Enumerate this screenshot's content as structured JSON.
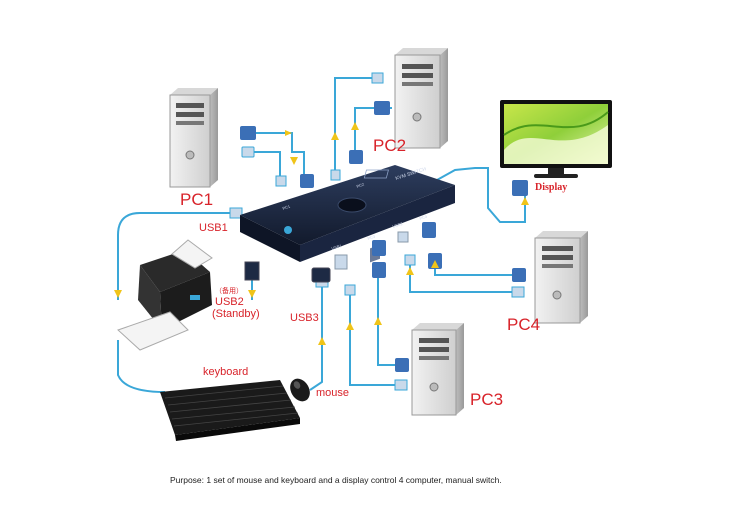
{
  "computers": [
    {
      "id": "pc1",
      "label": "PC1"
    },
    {
      "id": "pc2",
      "label": "PC2"
    },
    {
      "id": "pc3",
      "label": "PC3"
    },
    {
      "id": "pc4",
      "label": "PC4"
    }
  ],
  "display": {
    "label": "Display"
  },
  "switch": {
    "title": "KVM SWITCH",
    "port_labels": [
      "USB1",
      "USB2",
      "PC1",
      "PC2",
      "PC3",
      "PC4"
    ]
  },
  "usb_ports": {
    "usb1": "USB1",
    "usb2_cn": "（备用）",
    "usb2": "USB2",
    "usb2_note": "(Standby)",
    "usb3": "USB3"
  },
  "peripherals": {
    "keyboard": "keyboard",
    "mouse": "mouse"
  },
  "caption": "Purpose: 1 set of mouse and keyboard and a display control 4 computer, manual switch.",
  "colors": {
    "cable": "#3aa7d8",
    "label_red": "#d8232a",
    "switch_body": "#1d2a44",
    "pc_body": "#e2e2e2"
  }
}
